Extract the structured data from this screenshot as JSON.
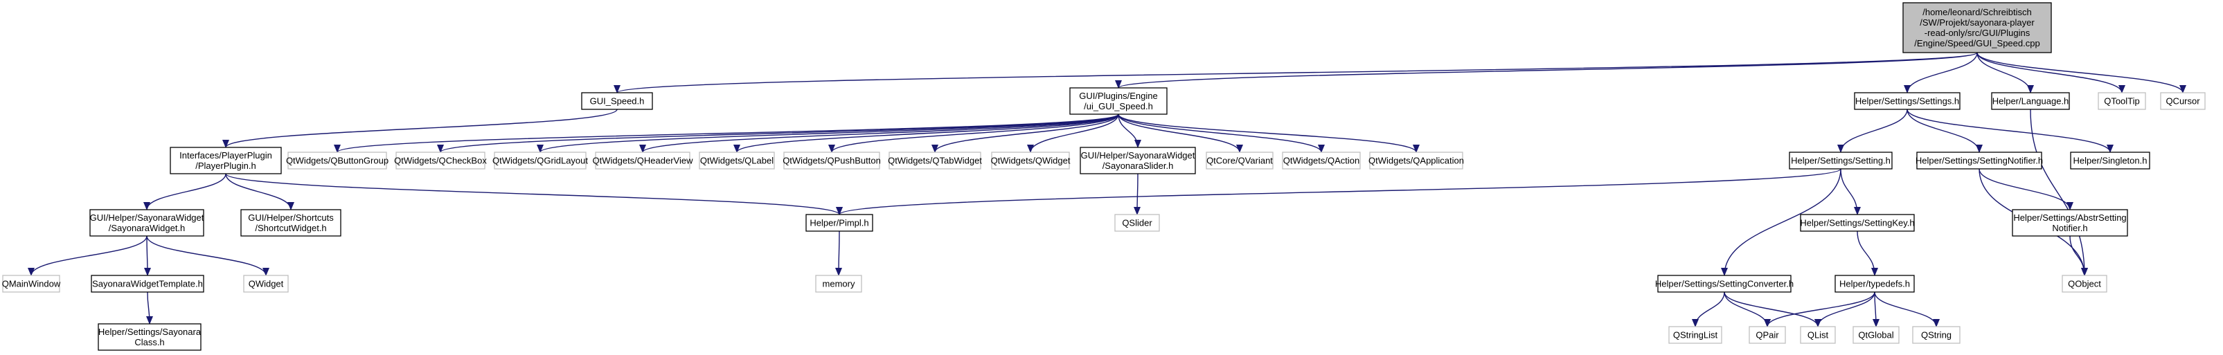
{
  "diagram": {
    "colors": {
      "edge": "#191970",
      "node_border_solid": "#000000",
      "node_border_external": "#bfbfbf",
      "root_fill": "#bfbfbf",
      "node_fill": "#ffffff"
    },
    "nodes": [
      {
        "id": "root",
        "lines": [
          "/home/leonard/Schreibtisch",
          "/SW/Projekt/sayonara-player",
          "-read-only/src/GUI/Plugins",
          "/Engine/Speed/GUI_Speed.cpp"
        ],
        "style": "root"
      },
      {
        "id": "gui_speed_h",
        "lines": [
          "GUI_Speed.h"
        ],
        "style": "solid"
      },
      {
        "id": "ui_gui_speed_h",
        "lines": [
          "GUI/Plugins/Engine",
          "/ui_GUI_Speed.h"
        ],
        "style": "solid"
      },
      {
        "id": "settings_h",
        "lines": [
          "Helper/Settings/Settings.h"
        ],
        "style": "solid"
      },
      {
        "id": "language_h",
        "lines": [
          "Helper/Language.h"
        ],
        "style": "solid"
      },
      {
        "id": "qtooltip",
        "lines": [
          "QToolTip"
        ],
        "style": "external"
      },
      {
        "id": "qcursor",
        "lines": [
          "QCursor"
        ],
        "style": "external"
      },
      {
        "id": "playerplugin_h",
        "lines": [
          "Interfaces/PlayerPlugin",
          "/PlayerPlugin.h"
        ],
        "style": "solid"
      },
      {
        "id": "qbuttongroup",
        "lines": [
          "QtWidgets/QButtonGroup"
        ],
        "style": "external"
      },
      {
        "id": "qcheckbox",
        "lines": [
          "QtWidgets/QCheckBox"
        ],
        "style": "external"
      },
      {
        "id": "qgridlayout",
        "lines": [
          "QtWidgets/QGridLayout"
        ],
        "style": "external"
      },
      {
        "id": "qheaderview",
        "lines": [
          "QtWidgets/QHeaderView"
        ],
        "style": "external"
      },
      {
        "id": "qlabel",
        "lines": [
          "QtWidgets/QLabel"
        ],
        "style": "external"
      },
      {
        "id": "qpushbutton",
        "lines": [
          "QtWidgets/QPushButton"
        ],
        "style": "external"
      },
      {
        "id": "qtabwidget",
        "lines": [
          "QtWidgets/QTabWidget"
        ],
        "style": "external"
      },
      {
        "id": "qwidget_qt",
        "lines": [
          "QtWidgets/QWidget"
        ],
        "style": "external"
      },
      {
        "id": "sayonaraslider_h",
        "lines": [
          "GUI/Helper/SayonaraWidget",
          "/SayonaraSlider.h"
        ],
        "style": "solid"
      },
      {
        "id": "qvariant",
        "lines": [
          "QtCore/QVariant"
        ],
        "style": "external"
      },
      {
        "id": "qaction",
        "lines": [
          "QtWidgets/QAction"
        ],
        "style": "external"
      },
      {
        "id": "qapplication",
        "lines": [
          "QtWidgets/QApplication"
        ],
        "style": "external"
      },
      {
        "id": "setting_h",
        "lines": [
          "Helper/Settings/Setting.h"
        ],
        "style": "solid"
      },
      {
        "id": "settingnotifier_h",
        "lines": [
          "Helper/Settings/SettingNotifier.h"
        ],
        "style": "solid"
      },
      {
        "id": "singleton_h",
        "lines": [
          "Helper/Singleton.h"
        ],
        "style": "solid"
      },
      {
        "id": "sayonarawidget_h",
        "lines": [
          "GUI/Helper/SayonaraWidget",
          "/SayonaraWidget.h"
        ],
        "style": "solid"
      },
      {
        "id": "shortcutwidget_h",
        "lines": [
          "GUI/Helper/Shortcuts",
          "/ShortcutWidget.h"
        ],
        "style": "solid"
      },
      {
        "id": "pimpl_h",
        "lines": [
          "Helper/Pimpl.h"
        ],
        "style": "solid"
      },
      {
        "id": "qslider",
        "lines": [
          "QSlider"
        ],
        "style": "external"
      },
      {
        "id": "settingkey_h",
        "lines": [
          "Helper/Settings/SettingKey.h"
        ],
        "style": "solid"
      },
      {
        "id": "abstrsettingnotifier_h",
        "lines": [
          "Helper/Settings/AbstrSetting",
          "Notifier.h"
        ],
        "style": "solid"
      },
      {
        "id": "qmainwindow",
        "lines": [
          "QMainWindow"
        ],
        "style": "external"
      },
      {
        "id": "sayonarawidgettemplate_h",
        "lines": [
          "SayonaraWidgetTemplate.h"
        ],
        "style": "solid"
      },
      {
        "id": "qwidget",
        "lines": [
          "QWidget"
        ],
        "style": "external"
      },
      {
        "id": "memory",
        "lines": [
          "memory"
        ],
        "style": "external"
      },
      {
        "id": "settingconverter_h",
        "lines": [
          "Helper/Settings/SettingConverter.h"
        ],
        "style": "solid"
      },
      {
        "id": "helpertypedefs_h",
        "lines": [
          "Helper/typedefs.h"
        ],
        "style": "solid"
      },
      {
        "id": "qobject",
        "lines": [
          "QObject"
        ],
        "style": "external"
      },
      {
        "id": "sayonaraclass_h",
        "lines": [
          "Helper/Settings/Sayonara",
          "Class.h"
        ],
        "style": "solid"
      },
      {
        "id": "qstringlist",
        "lines": [
          "QStringList"
        ],
        "style": "external"
      },
      {
        "id": "qpair",
        "lines": [
          "QPair"
        ],
        "style": "external"
      },
      {
        "id": "qlist",
        "lines": [
          "QList"
        ],
        "style": "external"
      },
      {
        "id": "qglobal",
        "lines": [
          "QtGlobal"
        ],
        "style": "external"
      },
      {
        "id": "qstring",
        "lines": [
          "QString"
        ],
        "style": "external"
      }
    ],
    "edges": [
      [
        "root",
        "gui_speed_h"
      ],
      [
        "root",
        "ui_gui_speed_h"
      ],
      [
        "root",
        "settings_h"
      ],
      [
        "root",
        "language_h"
      ],
      [
        "root",
        "qtooltip"
      ],
      [
        "root",
        "qcursor"
      ],
      [
        "gui_speed_h",
        "playerplugin_h"
      ],
      [
        "ui_gui_speed_h",
        "qbuttongroup"
      ],
      [
        "ui_gui_speed_h",
        "qcheckbox"
      ],
      [
        "ui_gui_speed_h",
        "qgridlayout"
      ],
      [
        "ui_gui_speed_h",
        "qheaderview"
      ],
      [
        "ui_gui_speed_h",
        "qlabel"
      ],
      [
        "ui_gui_speed_h",
        "qpushbutton"
      ],
      [
        "ui_gui_speed_h",
        "qtabwidget"
      ],
      [
        "ui_gui_speed_h",
        "qwidget_qt"
      ],
      [
        "ui_gui_speed_h",
        "sayonaraslider_h"
      ],
      [
        "ui_gui_speed_h",
        "qvariant"
      ],
      [
        "ui_gui_speed_h",
        "qaction"
      ],
      [
        "ui_gui_speed_h",
        "qapplication"
      ],
      [
        "playerplugin_h",
        "sayonarawidget_h"
      ],
      [
        "playerplugin_h",
        "shortcutwidget_h"
      ],
      [
        "playerplugin_h",
        "pimpl_h"
      ],
      [
        "sayonaraslider_h",
        "qslider"
      ],
      [
        "settings_h",
        "setting_h"
      ],
      [
        "settings_h",
        "settingnotifier_h"
      ],
      [
        "settings_h",
        "singleton_h"
      ],
      [
        "setting_h",
        "pimpl_h"
      ],
      [
        "setting_h",
        "settingkey_h"
      ],
      [
        "setting_h",
        "settingconverter_h"
      ],
      [
        "settingnotifier_h",
        "abstrsettingnotifier_h"
      ],
      [
        "settingnotifier_h",
        "qobject"
      ],
      [
        "abstrsettingnotifier_h",
        "qobject"
      ],
      [
        "language_h",
        "qobject"
      ],
      [
        "sayonarawidget_h",
        "qmainwindow"
      ],
      [
        "sayonarawidget_h",
        "sayonarawidgettemplate_h"
      ],
      [
        "sayonarawidget_h",
        "qwidget"
      ],
      [
        "sayonarawidgettemplate_h",
        "sayonaraclass_h"
      ],
      [
        "pimpl_h",
        "memory"
      ],
      [
        "settingkey_h",
        "helpertypedefs_h"
      ],
      [
        "settingconverter_h",
        "qstringlist"
      ],
      [
        "settingconverter_h",
        "qpair"
      ],
      [
        "settingconverter_h",
        "qlist"
      ],
      [
        "helpertypedefs_h",
        "qpair"
      ],
      [
        "helpertypedefs_h",
        "qlist"
      ],
      [
        "helpertypedefs_h",
        "qglobal"
      ],
      [
        "helpertypedefs_h",
        "qstring"
      ]
    ]
  }
}
